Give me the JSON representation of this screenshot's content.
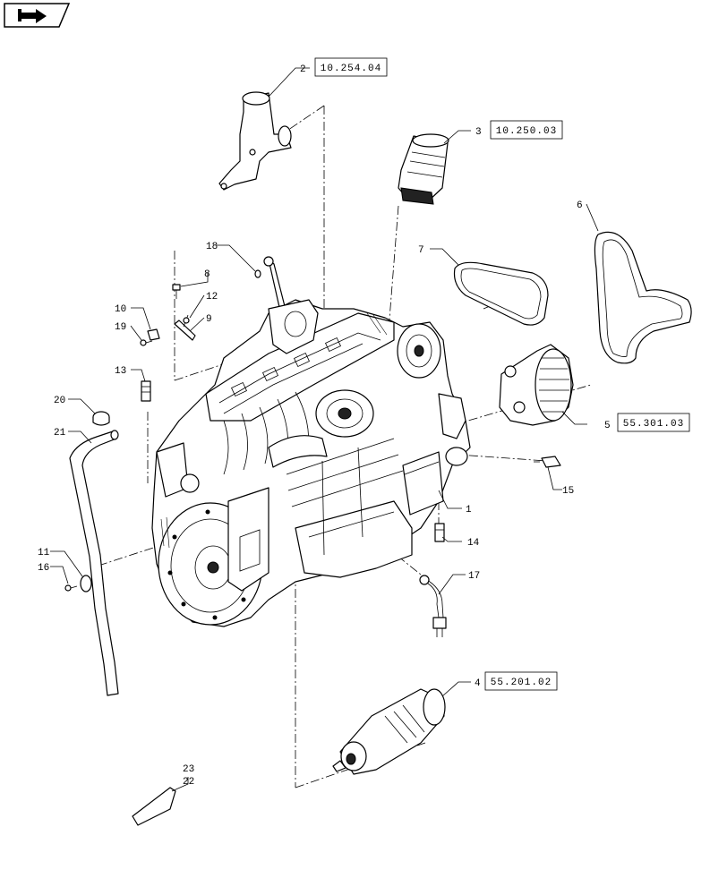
{
  "nav": {
    "icon": "return-arrow-icon"
  },
  "refs": [
    {
      "id": "ref-10-254-04",
      "text": "10.254.04"
    },
    {
      "id": "ref-10-250-03",
      "text": "10.250.03"
    },
    {
      "id": "ref-55-301-03",
      "text": "55.301.03"
    },
    {
      "id": "ref-55-201-02",
      "text": "55.201.02"
    }
  ],
  "callouts": {
    "c1": "1",
    "c2": "2",
    "c3": "3",
    "c4": "4",
    "c5": "5",
    "c6": "6",
    "c7": "7",
    "c8": "8",
    "c9": "9",
    "c10": "10",
    "c11": "11",
    "c12": "12",
    "c13": "13",
    "c14": "14",
    "c15": "15",
    "c16": "16",
    "c17": "17",
    "c18": "18",
    "c19": "19",
    "c20": "20",
    "c21": "21",
    "c22": "22",
    "c23": "23"
  }
}
